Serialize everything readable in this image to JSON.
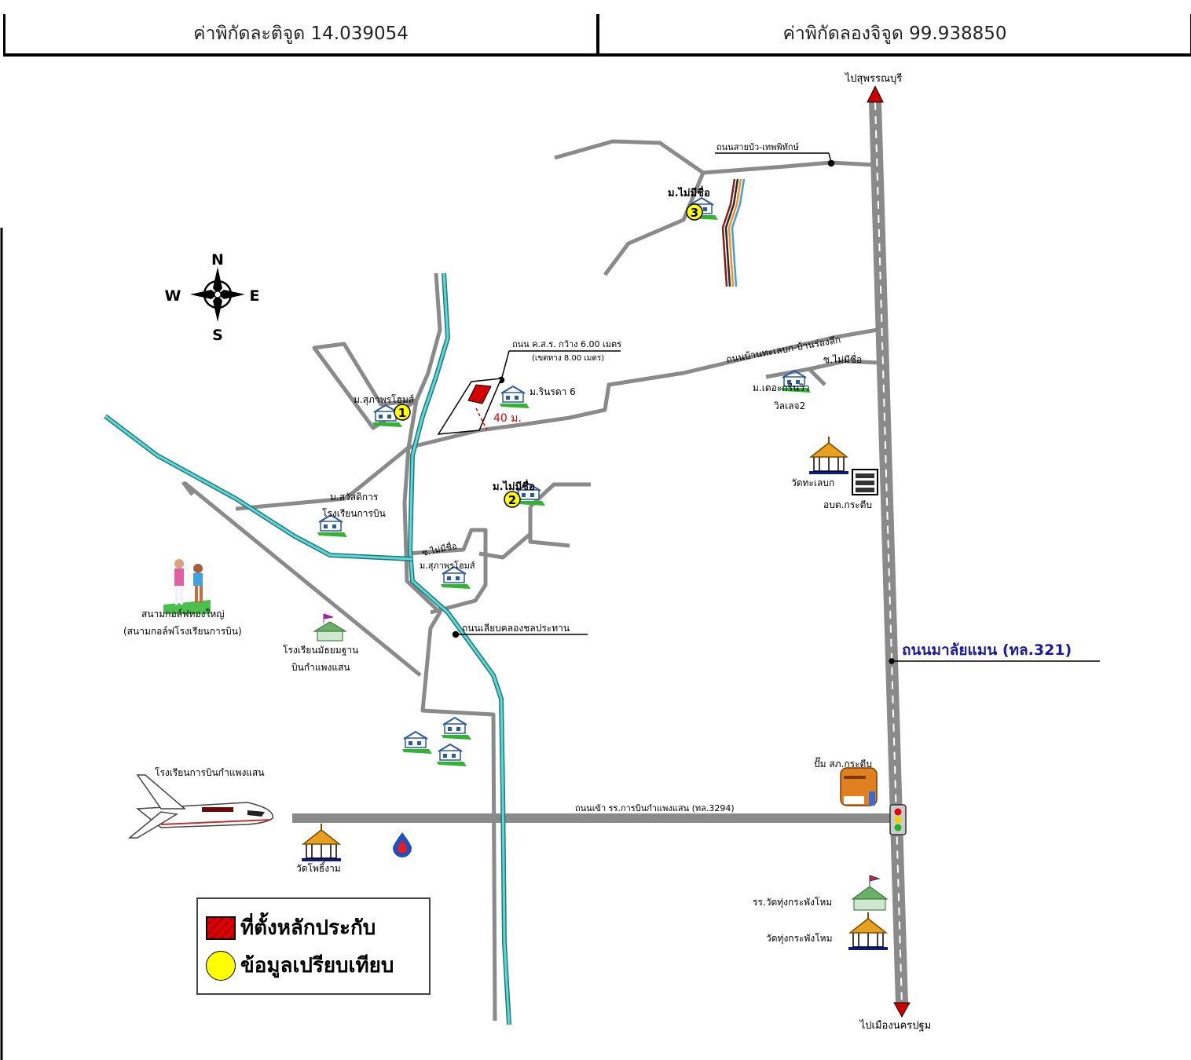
{
  "coordinates": {
    "latitude": "ค่าพิกัดละติจูด 14.039054",
    "longitude": "ค่าพิกัดลองจิจูด 99.938850"
  },
  "compass": {
    "n": "N",
    "s": "S",
    "e": "E",
    "w": "W"
  },
  "labels": {
    "to_suphan": "ไปสุพรรณบุรี",
    "to_nakhon_pathom": "ไปเมืองนครปฐม",
    "road_saibua": "ถนนสายบัว-เทพพิทักษ์",
    "village_3": "ม.ไม่มีชื่อ",
    "road_ksr_1": "ถนน ค.ส.ร. กว้าง 6.00 เมตร",
    "road_ksr_2": "(เขตทาง 8.00 เมตร)",
    "road_tabuek": "ถนนบ้านทะเลบก-บ้านร่องลึก",
    "soi_mai_mi_chue_right": "ซ.ไม่มีชื่อ",
    "village_sukhaphon_1": "ม.สุภาพรโฮมส์",
    "village_rinrada": "ม.รินรดา 6",
    "distance": "40 ม.",
    "village_green_1": "ม.เดอะกรีนวิว",
    "village_green_2": "วิลเลจ2",
    "wat_tabuek": "วัดทะเลบก",
    "obt_krathum": "อบต.กระตีบ",
    "village_2": "ม.ไม่มีชื่อ",
    "village_sawat_1": "ม.สวัสดิการ",
    "village_sawat_2": "โรงเรียนการบิน",
    "soi_mai_mi_chue_mid": "ซ.ไม่มีชื่อ",
    "village_sukhaphon_4": "ม.สุภาพรโฮมส์",
    "golf_1": "สนามกอล์ฟทองใหญ่",
    "golf_2": "(สนามกอล์ฟโรงเรียนการบิน)",
    "road_canal": "ถนนเลียบคลองชลประทาน",
    "school_1": "โรงเรียนมัธยมฐาน",
    "school_2": "บินกำแพงแสน",
    "road_malaiman": "ถนนมาลัยแมน (ทล.321)",
    "flight_school": "โรงเรียนการบินกำแพงแสน",
    "gas_station": "ปั๊ม สภ.กระตีบ",
    "road_3294": "ถนนเข้า รร.การบินกำแพงแสน (ทล.3294)",
    "wat_phosingam": "วัดโพธิ์งาม",
    "school_thung": "รร.วัดทุ่งกระพังโหม",
    "wat_thung": "วัดทุ่งกระพังโหม",
    "num_1": "1",
    "num_2": "2",
    "num_3": "3"
  },
  "legend": {
    "subject": "ที่ตั้งหลักประกับ",
    "comparison": "ข้อมูลเปรียบเทียบ"
  },
  "colors": {
    "road": "#8a8a8a",
    "canal": "#45c3c3",
    "marker": "#ffff00",
    "subject": "#e00000",
    "highway_label": "#1a1aa0"
  }
}
